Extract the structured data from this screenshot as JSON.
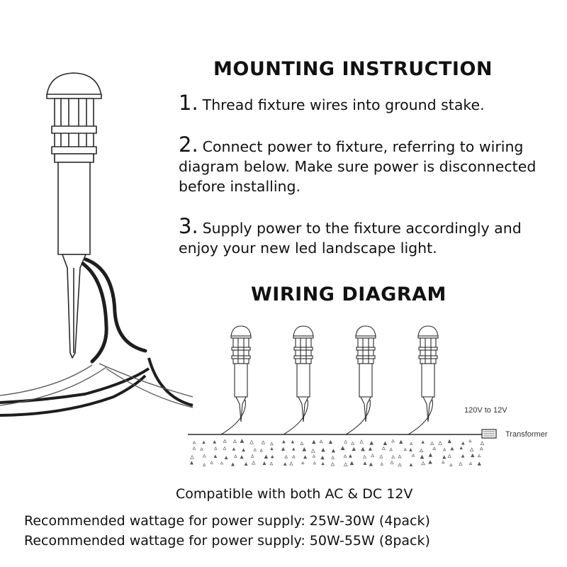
{
  "instructions": {
    "title": "MOUNTING INSTRUCTION",
    "steps": [
      {
        "number": "1.",
        "text": "Thread fixture wires into ground stake."
      },
      {
        "number": "2.",
        "text": "Connect power to fixture, referring to wiring diagram below. Make sure power is disconnected before installing."
      },
      {
        "number": "3.",
        "text": "Supply power to the fixture accordingly and enjoy your new led landscape light."
      }
    ]
  },
  "wiring": {
    "title": "WIRING DIAGRAM",
    "voltage_label": "120V to 12V",
    "transformer_label": "Transformer",
    "light_count": 4
  },
  "footer": {
    "compatibility": "Compatible with both AC & DC 12V",
    "wattage_4pack": "Recommended wattage for power supply: 25W-30W  (4pack)",
    "wattage_8pack": "Recommended wattage for power supply: 50W-55W  (8pack)"
  },
  "colors": {
    "line": "#2a2a2a",
    "wire": "#1e1e1e",
    "gravel": "#555555"
  }
}
